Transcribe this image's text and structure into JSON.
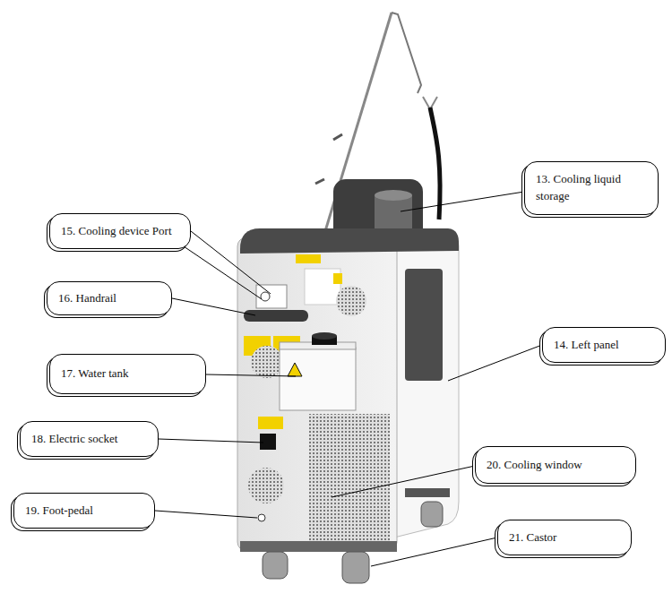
{
  "diagram": {
    "nodes": [
      {
        "text": [
          "13. Cooling liquid storage"
        ]
      },
      {
        "text": [
          "15. Cooling device Port"
        ]
      },
      {
        "text": [
          "16. Handrail"
        ]
      },
      {
        "text": [
          "14. Left panel"
        ]
      },
      {
        "text": [
          "17. Water tank"
        ]
      },
      {
        "text": [
          "18. Electric socket"
        ]
      },
      {
        "text": [
          "20. Cooling window"
        ]
      },
      {
        "text": [
          "19. Foot-pedal"
        ]
      },
      {
        "text": [
          "21. Castor"
        ]
      }
    ]
  }
}
